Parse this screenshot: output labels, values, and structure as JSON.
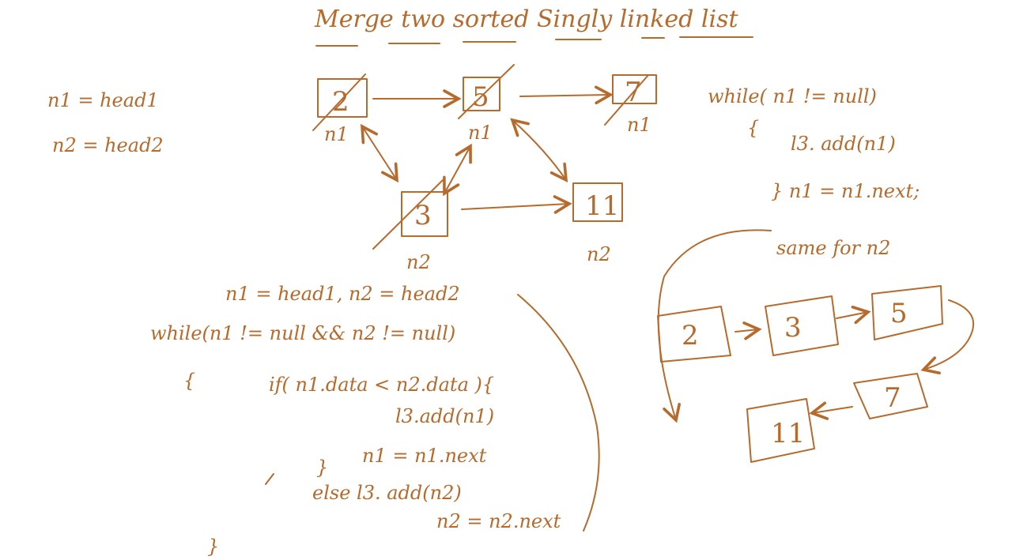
{
  "colors": {
    "ink": "#b66a2c",
    "background": "#ffffff"
  },
  "title": "Merge two sorted Singly linked list",
  "vars": {
    "n1": "n1 = head1",
    "n2": "n2 = head2"
  },
  "list1": {
    "nodes": [
      "2",
      "5",
      "7"
    ],
    "pointer_label": "n1"
  },
  "list2": {
    "nodes": [
      "3",
      "11"
    ],
    "pointer_label": "n2"
  },
  "merged": {
    "nodes": [
      "2",
      "3",
      "5",
      "7",
      "11"
    ]
  },
  "code_main": {
    "init": "n1 = head1, n2 = head2",
    "while": "while(n1 != null && n2 != null)",
    "open": "{",
    "if": "if( n1.data < n2.data ){",
    "add1": "l3.add(n1)",
    "next1": "n1 = n1.next",
    "close_if": "}",
    "else": "else  l3. add(n2)",
    "next2": "n2 = n2.next",
    "close": "}"
  },
  "code_side": {
    "while": "while( n1 != null)",
    "open": "{",
    "add": "l3. add(n1)",
    "next": "} n1 = n1.next;",
    "same": "same for n2"
  }
}
